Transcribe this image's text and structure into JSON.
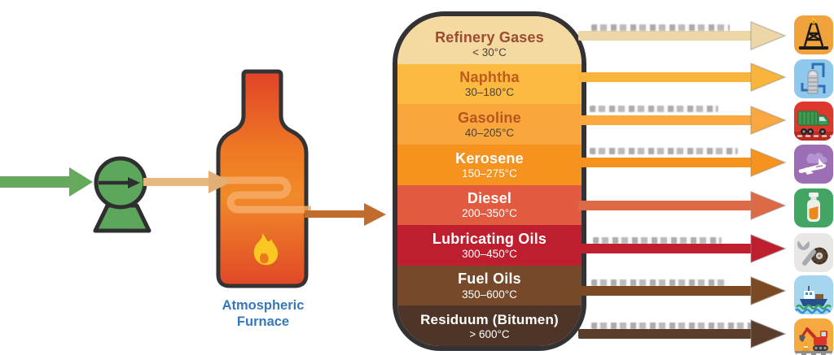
{
  "furnace": {
    "label_line1": "Atmospheric",
    "label_line2": "Furnace"
  },
  "fractions": [
    {
      "name": "Refinery Gases",
      "temp_range": "< 30°C",
      "band_color": "#F4D9A0",
      "arrow_color": "#ECD6A5",
      "product_icon": "oil-derrick-icon"
    },
    {
      "name": "Naphtha",
      "temp_range": "30–180°C",
      "band_color": "#FCBA41",
      "arrow_color": "#F9B43B",
      "product_icon": "refinery-plant-icon"
    },
    {
      "name": "Gasoline",
      "temp_range": "40–205°C",
      "band_color": "#F9A73C",
      "arrow_color": "#F9A83F",
      "product_icon": "delivery-truck-icon"
    },
    {
      "name": "Kerosene",
      "temp_range": "150–275°C",
      "band_color": "#F6921E",
      "arrow_color": "#F6921E",
      "product_icon": "airplane-icon"
    },
    {
      "name": "Diesel",
      "temp_range": "200–350°C",
      "band_color": "#E25A40",
      "arrow_color": "#DE6A45",
      "product_icon": "fuel-bottle-icon"
    },
    {
      "name": "Lubricating Oils",
      "temp_range": "300–450°C",
      "band_color": "#BE1E2D",
      "arrow_color": "#BE1E2D",
      "product_icon": "wrench-and-tire-icon"
    },
    {
      "name": "Fuel Oils",
      "temp_range": "350–600°C",
      "band_color": "#75492A",
      "arrow_color": "#7B4A22",
      "product_icon": "ship-icon"
    },
    {
      "name": "Residuum (Bitumen)",
      "temp_range": "> 600°C",
      "band_color": "#4E3527",
      "arrow_color": "#5B3D2C",
      "product_icon": "excavator-icon"
    }
  ],
  "colors": {
    "outline": "#333335",
    "pump_green": "#5DA75C",
    "feed_arrow_green": "#65A95C",
    "pump_to_furnace_arrow": "#E7B77E",
    "furnace_to_column_arrow": "#C16B2C",
    "furnace_gradient_top": "#E14327",
    "furnace_gradient_middle": "#F18A28",
    "furnace_gradient_bottom": "#E04827",
    "flame_outer": "#F9C822",
    "flame_inner": "#EE7A1E",
    "furnace_label_blue": "#3579BC"
  }
}
